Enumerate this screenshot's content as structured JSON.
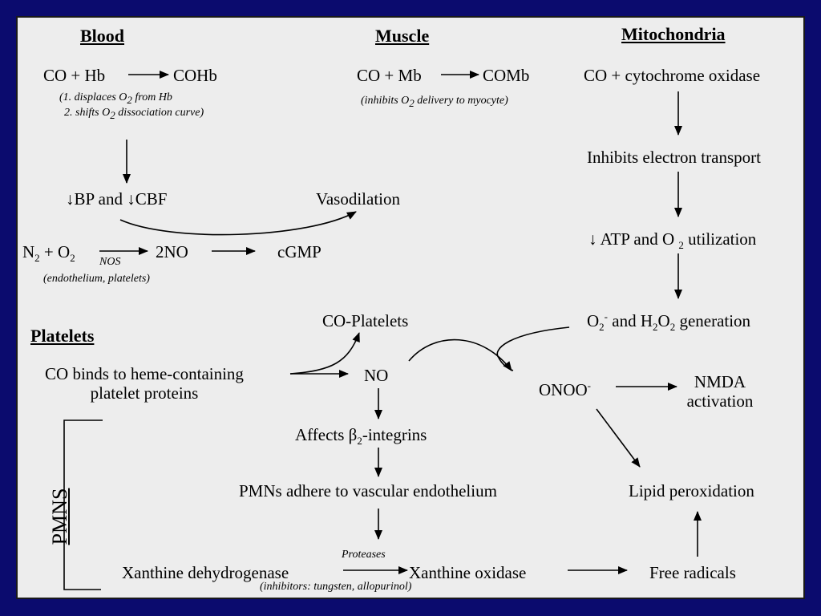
{
  "headers": {
    "blood": "Blood",
    "muscle": "Muscle",
    "mitochondria": "Mitochondria",
    "platelets": "Platelets",
    "pmns": "PMNS"
  },
  "blood": {
    "co_hb": "CO + Hb",
    "cohb": "COHb",
    "note1": "(1. displaces O",
    "note1_sub": "2",
    "note1_end": "from Hb",
    "note2": "2. shifts O",
    "note2_sub": "2",
    "note2_end": "dissociation curve)",
    "bp_cbf": "↓BP and ↓CBF",
    "vasodilation": "Vasodilation",
    "n2_o2_a": "N",
    "n2_o2_sub1": "2",
    "n2_o2_b": " + O",
    "n2_o2_sub2": "2",
    "nos": "NOS",
    "two_no": "2NO",
    "cgmp": "cGMP",
    "endothelium_note": "(endothelium, platelets)"
  },
  "muscle": {
    "co_mb": "CO + Mb",
    "comb": "COMb",
    "note_a": "(inhibits O",
    "note_sub": "2",
    "note_b": "delivery to myocyte)"
  },
  "mito": {
    "co_cyt": "CO + cytochrome oxidase",
    "inhibits": "Inhibits electron transport",
    "atp_a": "↓ ATP and O ",
    "atp_sub": "2",
    "atp_b": " utilization",
    "o2_a": "O",
    "o2_sub": "2",
    "o2_sup": "-",
    "o2_b": " and H",
    "h_sub": "2",
    "o2_c": "O",
    "o2_sub2": "2",
    "o2_d": " generation"
  },
  "platelets": {
    "co_platelets": "CO-Platelets",
    "co_binds_1": "CO binds to heme-containing",
    "co_binds_2": "platelet proteins",
    "no": "NO",
    "onoo_a": "ONOO",
    "onoo_sup": "-",
    "nmda_1": "NMDA",
    "nmda_2": "activation"
  },
  "pmns": {
    "affects_a": "Affects β",
    "affects_sub": "2",
    "affects_b": "-integrins",
    "adhere": "PMNs adhere to vascular endothelium",
    "lipid": "Lipid peroxidation",
    "proteases": "Proteases",
    "xdh": "Xanthine dehydrogenase",
    "xo": "Xanthine oxidase",
    "free_radicals": "Free radicals",
    "inhibitors": "(inhibitors: tungsten, allopurinol)"
  }
}
